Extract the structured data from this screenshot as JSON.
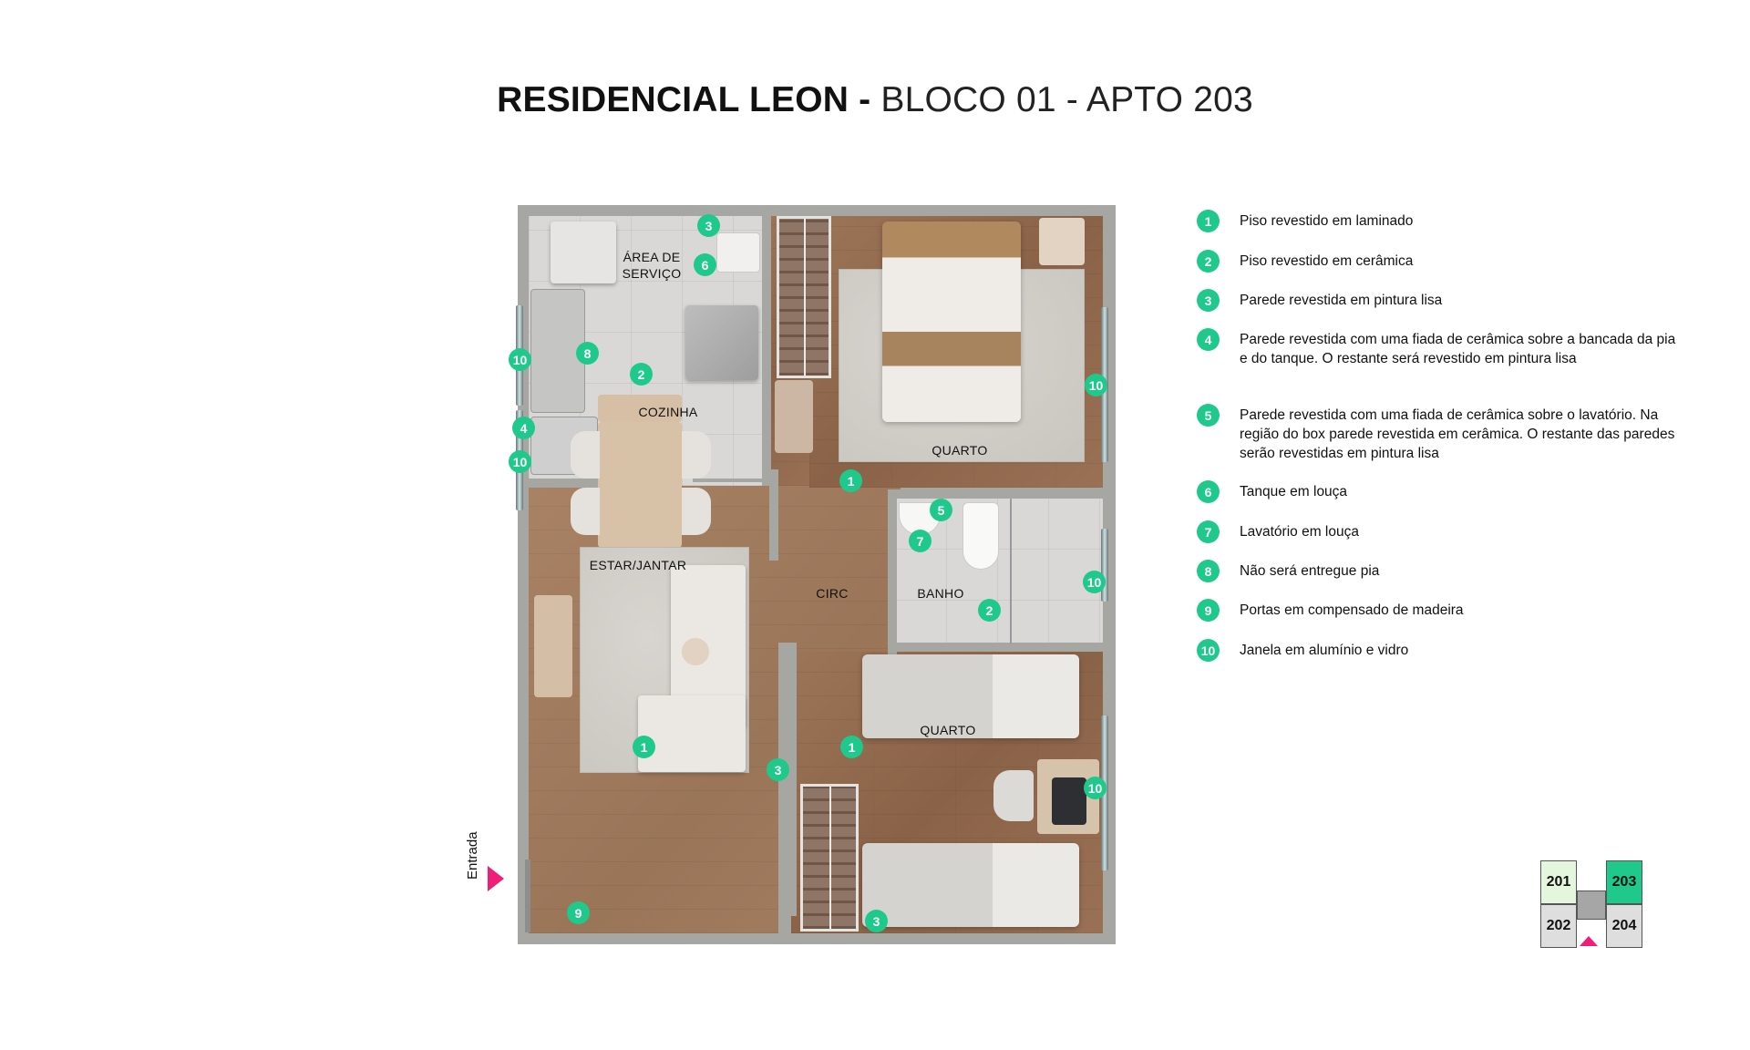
{
  "title": {
    "project": "RESIDENCIAL LEON -",
    "unit": "BLOCO 01 - APTO 203"
  },
  "colors": {
    "badge_green": "#1fc98c",
    "entrance_pink": "#ef1e79",
    "selected_unit": "#1fc98c",
    "neighbor_unit": "#e4f7dc",
    "other_unit": "#dedede",
    "wall_gray": "#a6a7a2"
  },
  "rooms": {
    "area_servico": "ÁREA DE SERVIÇO",
    "cozinha": "COZINHA",
    "quarto_casal": "QUARTO",
    "circ": "CIRC",
    "banho": "BANHO",
    "estar_jantar": "ESTAR/JANTAR",
    "quarto_solteiro": "QUARTO"
  },
  "plan_badges": [
    {
      "id": "b3-top",
      "num": "3"
    },
    {
      "id": "b6",
      "num": "6"
    },
    {
      "id": "b8",
      "num": "8"
    },
    {
      "id": "b10-kitchen",
      "num": "10"
    },
    {
      "id": "b2-kitchen",
      "num": "2"
    },
    {
      "id": "b4",
      "num": "4"
    },
    {
      "id": "b10-master",
      "num": "10"
    },
    {
      "id": "b1-hall",
      "num": "1"
    },
    {
      "id": "b5",
      "num": "5"
    },
    {
      "id": "b7",
      "num": "7"
    },
    {
      "id": "b10-dining",
      "num": "10"
    },
    {
      "id": "b10-bath",
      "num": "10"
    },
    {
      "id": "b2-bath",
      "num": "2"
    },
    {
      "id": "b1-living",
      "num": "1"
    },
    {
      "id": "b1-kids",
      "num": "1"
    },
    {
      "id": "b3-living",
      "num": "3"
    },
    {
      "id": "b10-kids",
      "num": "10"
    },
    {
      "id": "b9",
      "num": "9"
    },
    {
      "id": "b3-bottom",
      "num": "3"
    }
  ],
  "legend": [
    {
      "num": "1",
      "text": "Piso revestido em laminado"
    },
    {
      "num": "2",
      "text": "Piso revestido em cerâmica"
    },
    {
      "num": "3",
      "text": "Parede revestida em pintura lisa"
    },
    {
      "num": "4",
      "text": "Parede revestida com uma fiada de cerâmica sobre a bancada da pia e do tanque. O restante será revestido em pintura lisa"
    },
    {
      "num": "5",
      "text": "Parede revestida com uma fiada de cerâmica sobre o lavatório. Na região do box parede revestida em cerâmica. O restante das paredes serão revestidas em pintura lisa"
    },
    {
      "num": "6",
      "text": "Tanque em louça"
    },
    {
      "num": "7",
      "text": "Lavatório em louça"
    },
    {
      "num": "8",
      "text": "Não será entregue pia"
    },
    {
      "num": "9",
      "text": "Portas em compensado de madeira"
    },
    {
      "num": "10",
      "text": "Janela em alumínio e vidro"
    }
  ],
  "entrance": {
    "label": "Entrada"
  },
  "unit_map": {
    "units": [
      {
        "label": "201",
        "state": "neighbor"
      },
      {
        "label": "203",
        "state": "selected"
      },
      {
        "label": "202",
        "state": "other"
      },
      {
        "label": "204",
        "state": "other"
      }
    ]
  }
}
